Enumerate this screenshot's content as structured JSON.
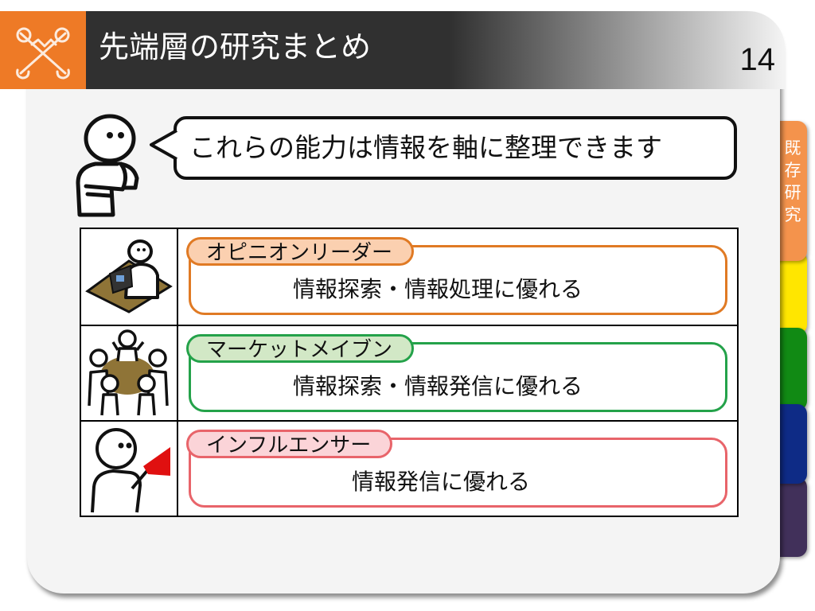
{
  "slide": {
    "title": "先端層の研究まとめ",
    "page_number": "14"
  },
  "side_tabs": [
    {
      "label": "既存研究",
      "color": "#f4934c"
    },
    {
      "label": "",
      "color": "#ffe600"
    },
    {
      "label": "",
      "color": "#118a14"
    },
    {
      "label": "",
      "color": "#0e2b86"
    },
    {
      "label": "",
      "color": "#41305a"
    }
  ],
  "speech": {
    "text": "これらの能力は情報を軸に整理できます"
  },
  "rows": [
    {
      "tag": "オピニオンリーダー",
      "description": "情報探索・情報処理に優れる",
      "border_color": "#e07a24",
      "tag_fill": "#fbd0b0",
      "icon": "person-laptop-icon"
    },
    {
      "tag": "マーケットメイブン",
      "description": "情報探索・情報発信に優れる",
      "border_color": "#24a24a",
      "tag_fill": "#d2e8c6",
      "icon": "group-meeting-icon"
    },
    {
      "tag": "インフルエンサー",
      "description": "情報発信に優れる",
      "border_color": "#e8646a",
      "tag_fill": "#fbd4d8",
      "icon": "person-megaphone-icon"
    }
  ]
}
